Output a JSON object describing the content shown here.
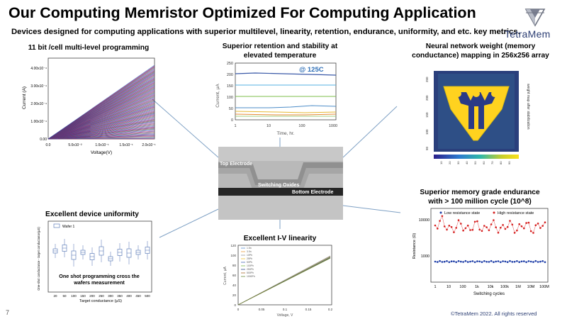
{
  "slide": {
    "title": "Our Computing Memristor Optimized For Computing Application",
    "subtitle": "Devices designed for computing applications with superior multilevel, linearity, retention, endurance, uniformity, and etc. key metrics.",
    "page_number": "7",
    "copyright": "©TetraMem 2022. All rights reserved",
    "logo_text": "TetraMem"
  },
  "panels": {
    "multilevel": {
      "title": "11 bit /cell multi-level programming",
      "ylabel": "Current (A)",
      "xlabel": "Voltage(V)",
      "yticks": [
        "4.00x10⁻⁴",
        "3.00x10⁻⁴",
        "2.00x10⁻⁴",
        "1.00x10⁻⁴",
        "0.00"
      ],
      "xticks": [
        "0.0",
        "5.0x10⁻²",
        "1.0x10⁻¹",
        "1.5x10⁻¹",
        "2.0x10⁻¹"
      ]
    },
    "retention": {
      "title_line1": "Superior retention and stability at",
      "title_line2": "elevated temperature",
      "ylabel": "Current, µA",
      "xlabel": "Time, hr.",
      "annotation": "@ 125C",
      "yticks": [
        "250",
        "200",
        "150",
        "100",
        "50",
        "0"
      ],
      "xticks": [
        "1",
        "10",
        "100",
        "1000"
      ]
    },
    "neural": {
      "title_line1": "Neural network weight (memory",
      "title_line2": "conductance) mapping in 256x256 array",
      "side_label": "weight map after stabilization",
      "axis_ticks": [
        "250",
        "200",
        "150",
        "100",
        "50"
      ],
      "colorbar_ticks": [
        "10",
        "20",
        "30",
        "40",
        "50",
        "60",
        "70",
        "80",
        "90"
      ]
    },
    "tem": {
      "top_electrode": "Top Electrode",
      "switching_oxides": "Switching Oxides",
      "bottom_electrode": "Bottom Electrode"
    },
    "endurance": {
      "title_line1": "Superior memory grade endurance",
      "title_line2": "with > 100 million cycle (10^8)",
      "legend_low": "Low resistance state",
      "legend_high": "High resistance state",
      "ylabel": "Resistance (Ω)",
      "xlabel": "Switching cycles",
      "yticks": [
        "10000",
        "1000"
      ],
      "xticks": [
        "1",
        "10",
        "100",
        "1k",
        "10k",
        "100k",
        "1M",
        "10M",
        "100M"
      ]
    },
    "uniformity": {
      "title": "Excellent device uniformity",
      "legend": "Wafer 1",
      "ylabel": "One-shot conductance - target conductance(µS)",
      "xlabel": "Target conductance (µS)",
      "annotation_line1": "One shot programming cross the",
      "annotation_line2": "wafers measurement",
      "xticks": [
        "20",
        "50",
        "100",
        "150",
        "200",
        "250",
        "300",
        "350",
        "400",
        "450",
        "500"
      ]
    },
    "linearity": {
      "title": "Excellent I-V linearity",
      "ylabel": "Current, µA",
      "xlabel": "Voltage, V",
      "yticks": [
        "120",
        "100",
        "80",
        "60",
        "40",
        "20",
        "0"
      ],
      "xticks": [
        "0",
        "0.05",
        "0.1",
        "0.15",
        "0.2"
      ],
      "legend": [
        "1.5n",
        "3.5n",
        "10Ph",
        "25Ph",
        "50Ph",
        "100Ph",
        "250Ph",
        "500Ph",
        "1000Ph"
      ]
    }
  }
}
